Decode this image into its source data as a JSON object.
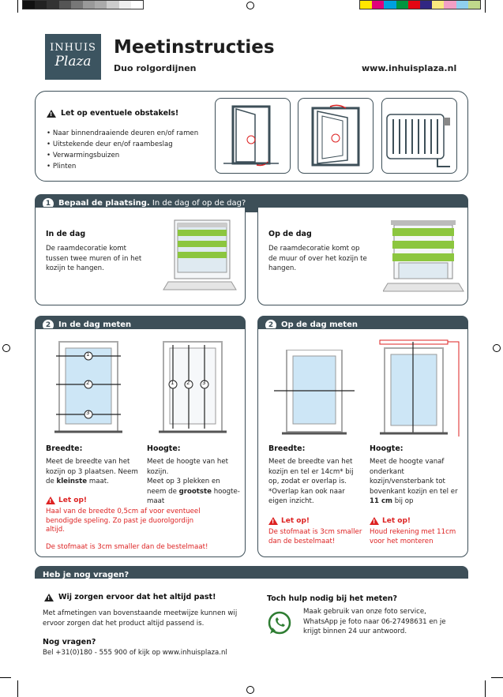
{
  "header": {
    "logo_top": "INHUIS",
    "logo_bottom": "Plaza",
    "title": "Meetinstructies",
    "subtitle": "Duo rolgordijnen",
    "website": "www.inhuisplaza.nl"
  },
  "obstacles": {
    "heading": "Let op eventuele obstakels!",
    "items": [
      "Naar binnendraaiende deuren en/of ramen",
      "Uitstekende deur en/of raambeslag",
      "Verwarmingsbuizen",
      "Plinten"
    ]
  },
  "step1": {
    "num": "1",
    "title_bold": "Bepaal de plaatsing.",
    "title_rest": " In de dag of op de dag?",
    "left_heading": "In de dag",
    "left_text": "De raamdecoratie komt tussen twee muren of in het kozijn te hangen.",
    "right_heading": "Op de dag",
    "right_text": "De raamdecoratie komt op de muur of over het kozijn te hangen."
  },
  "step2a": {
    "num": "2",
    "title": "In de dag meten",
    "width_heading": "Breedte:",
    "width_text_1": "Meet de breedte van het kozijn op 3 plaatsen. Neem de ",
    "width_bold": "kleinste",
    "width_text_2": " maat.",
    "height_heading": "Hoogte:",
    "height_text_1": "Meet de hoogte van het kozijn.",
    "height_text_2": "Meet op 3 plekken en neem de ",
    "height_bold": "grootste",
    "height_text_3": " hoogte-maat",
    "warn_label": "Let op!",
    "warn_text": "Haal van de breedte 0,5cm af voor eventueel benodigde speling. Zo past je duorolgordijn altijd.",
    "note": "De stofmaat is 3cm smaller dan de bestelmaat!"
  },
  "step2b": {
    "num": "2",
    "title": "Op de dag meten",
    "width_heading": "Breedte:",
    "width_text": "Meet de breedte van het kozijn en tel er 14cm* bij op, zodat er overlap is. *Overlap kan ook naar eigen inzicht.",
    "height_heading": "Hoogte:",
    "height_text_1": "Meet de hoogte vanaf onderkant kozijn/vensterbank tot bovenkant kozijn en tel er ",
    "height_bold": "11 cm",
    "height_text_2": " bij op",
    "warn_label_left": "Let op!",
    "warn_text_left": "De stofmaat is 3cm smaller dan de bestelmaat!",
    "warn_label_right": "Let op!",
    "warn_text_right": "Houd rekening met 11cm voor het monteren"
  },
  "questions": {
    "band": "Heb je nog vragen?",
    "fit_heading": "Wij zorgen ervoor dat het altijd past!",
    "fit_text": "Met afmetingen van bovenstaande meetwijze kunnen wij ervoor zorgen dat het product altijd passend is.",
    "more_heading": "Nog vragen?",
    "more_text": "Bel +31(0)180 - 555 900 of kijk op www.inhuisplaza.nl",
    "help_heading": "Toch hulp nodig bij het meten?",
    "help_text": "Maak gebruik van onze foto service, WhatsApp je foto naar 06-27498631 en je krijgt binnen 24 uur antwoord."
  },
  "markers": [
    "1",
    "2",
    "3"
  ],
  "colors": {
    "dark": "#3d4f58",
    "red": "#dd2222",
    "green": "#8cc63f",
    "whatsapp": "#2e7d32"
  },
  "icons": [
    "warning-icon",
    "whatsapp-icon",
    "registration-mark-icon"
  ]
}
